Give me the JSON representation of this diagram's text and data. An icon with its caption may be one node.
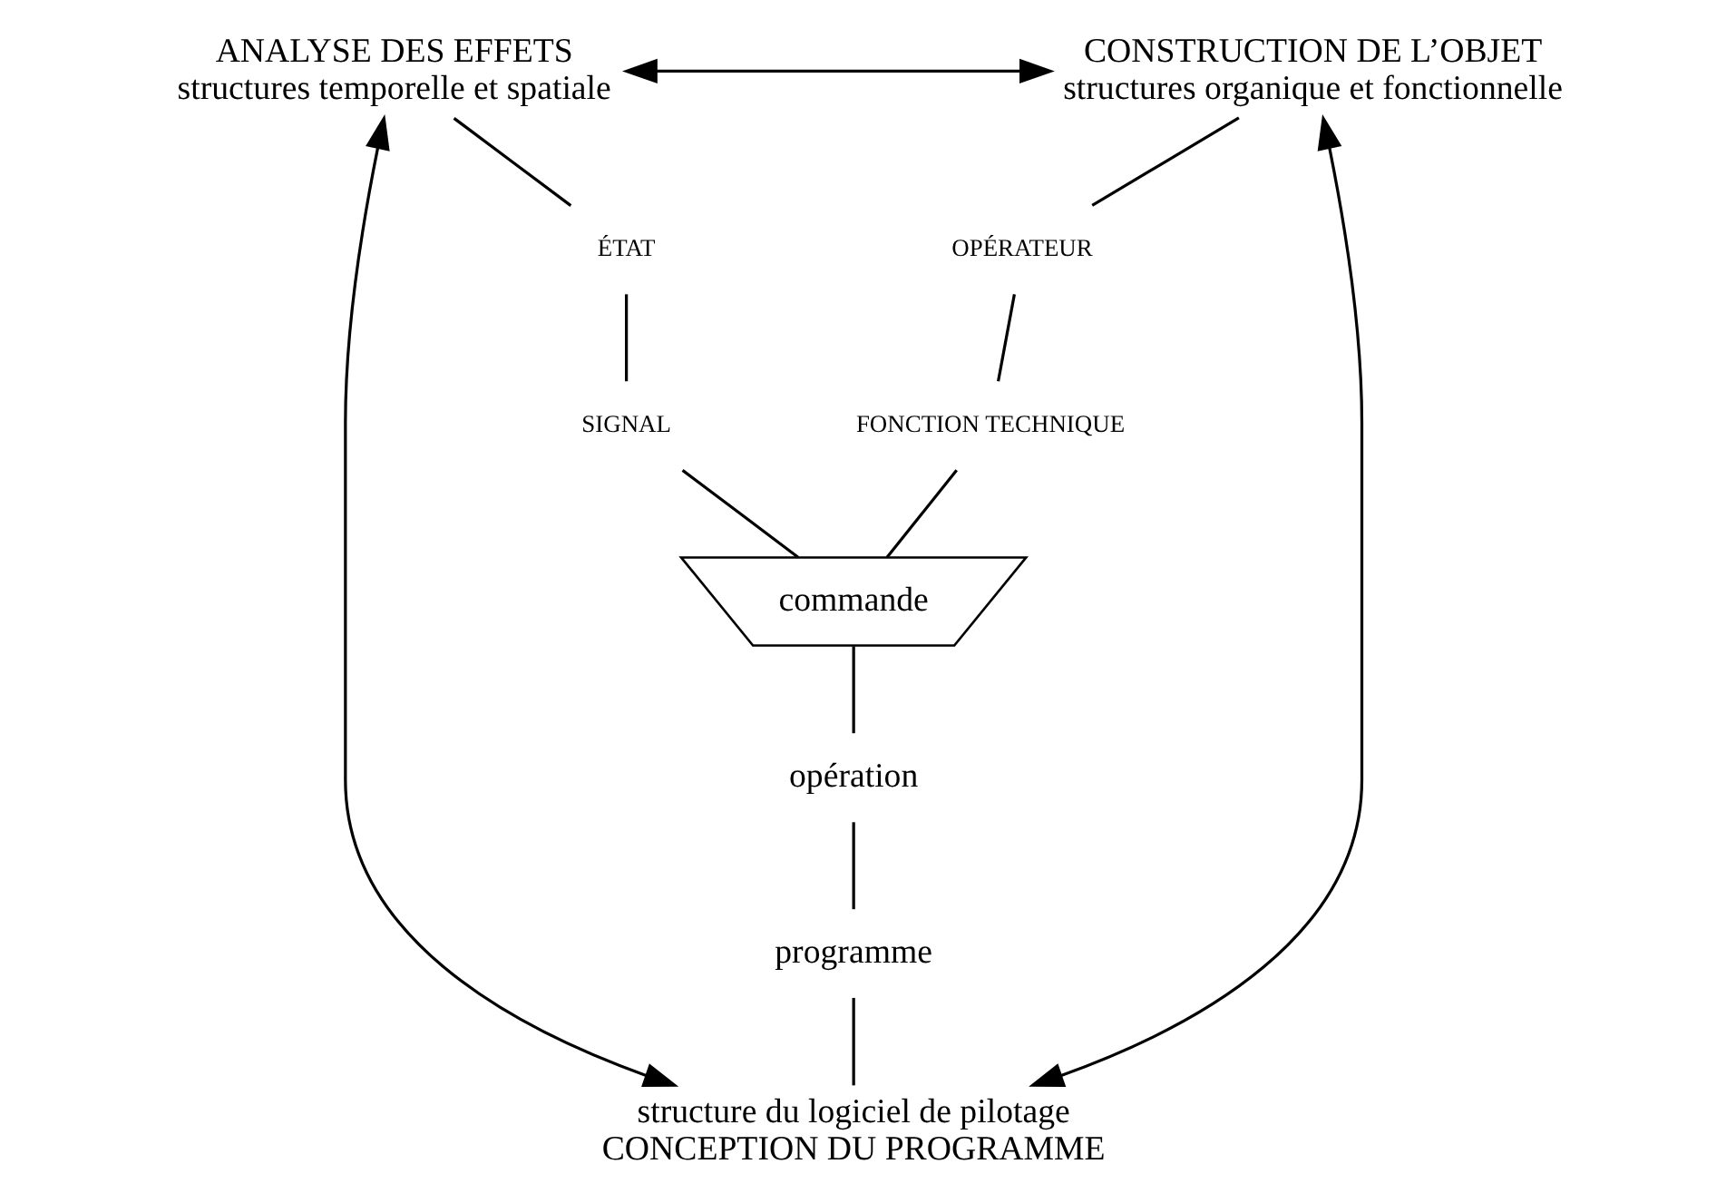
{
  "diagram": {
    "nodes": [
      {
        "text": [
          "ANALYSE DES EFFETS",
          "structures temporelle et spatiale"
        ]
      },
      {
        "text": [
          "CONSTRUCTION DE L’OBJET",
          "structures organique et fonctionnelle"
        ]
      },
      {
        "text": [
          "ÉTAT"
        ]
      },
      {
        "text": [
          "SIGNAL"
        ]
      },
      {
        "text": [
          "OPÉRATEUR"
        ]
      },
      {
        "text": [
          "FONCTION TECHNIQUE"
        ]
      },
      {
        "text": [
          "commande"
        ]
      },
      {
        "text": [
          "opération"
        ]
      },
      {
        "text": [
          "programme"
        ]
      },
      {
        "text": [
          "structure du logiciel de pilotage",
          "CONCEPTION DU PROGRAMME"
        ]
      }
    ],
    "edges": [
      {
        "from": 0,
        "to": 1,
        "arrow": "both"
      },
      {
        "from": 0,
        "to": 2,
        "arrow": "none"
      },
      {
        "from": 2,
        "to": 3,
        "arrow": "none"
      },
      {
        "from": 3,
        "to": 6,
        "arrow": "none"
      },
      {
        "from": 1,
        "to": 4,
        "arrow": "none"
      },
      {
        "from": 4,
        "to": 5,
        "arrow": "none"
      },
      {
        "from": 5,
        "to": 6,
        "arrow": "none"
      },
      {
        "from": 6,
        "to": 7,
        "arrow": "none"
      },
      {
        "from": 7,
        "to": 8,
        "arrow": "none"
      },
      {
        "from": 8,
        "to": 9,
        "arrow": "none"
      },
      {
        "from": 0,
        "to": 9,
        "arrow": "both"
      },
      {
        "from": 1,
        "to": 9,
        "arrow": "both"
      }
    ]
  }
}
